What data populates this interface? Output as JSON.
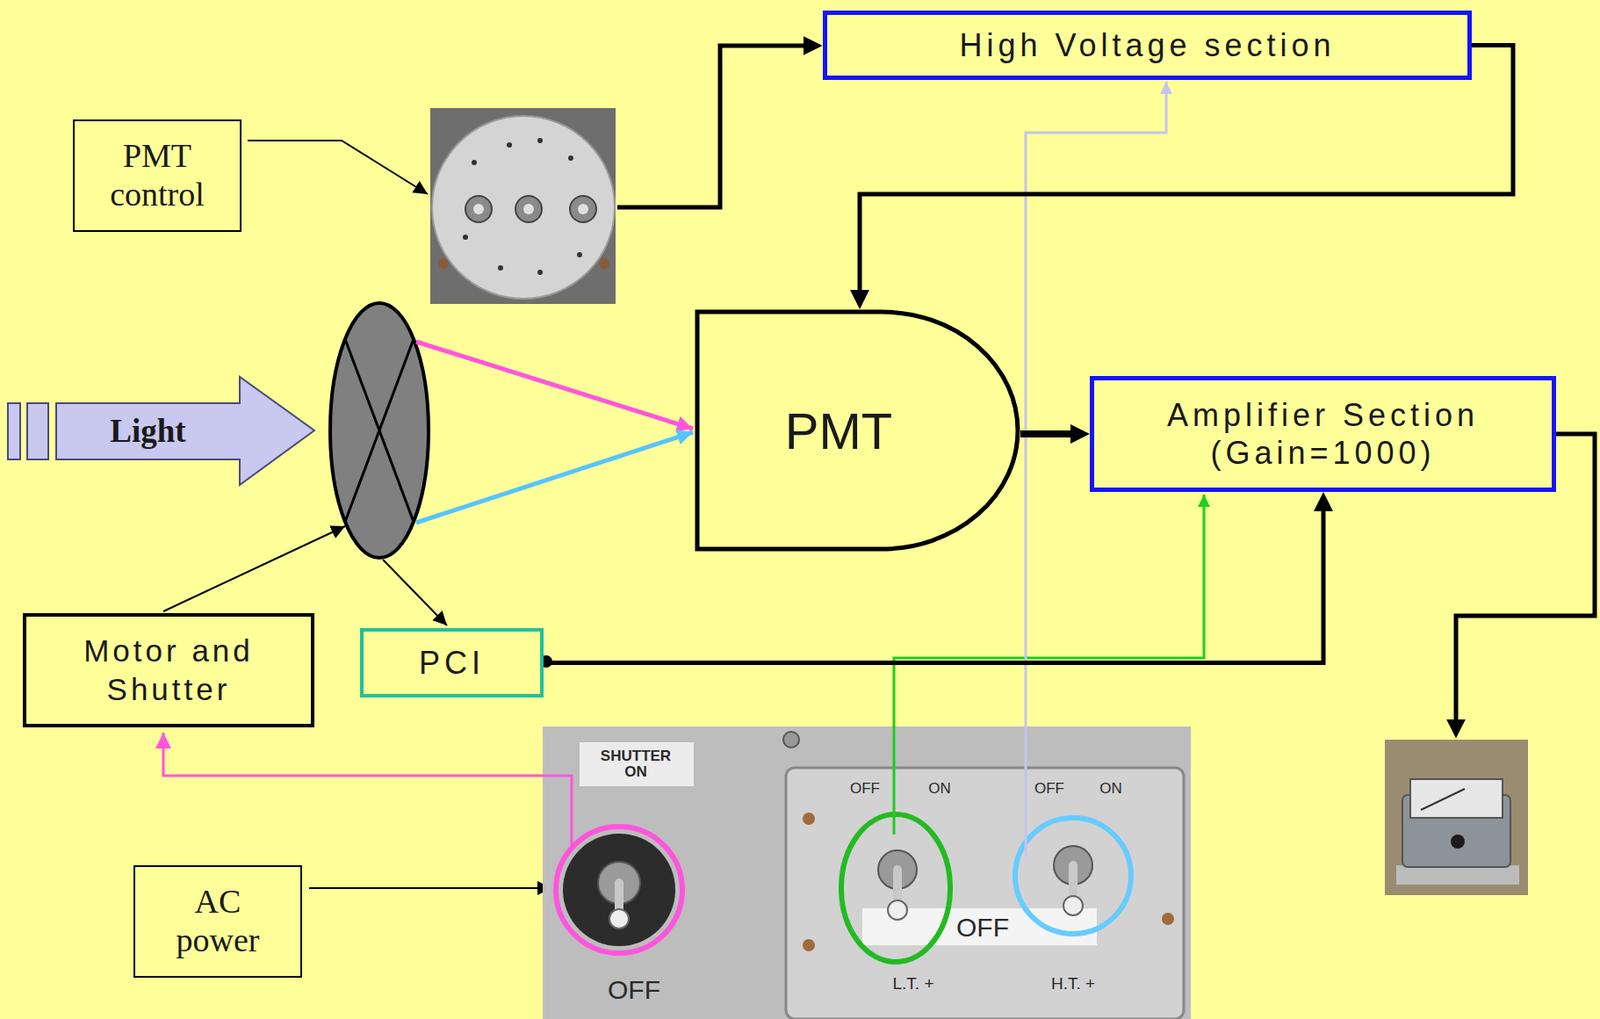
{
  "diagram": {
    "nodes": [
      {
        "text": [
          "High Voltage section"
        ]
      },
      {
        "text": [
          "PMT control"
        ]
      },
      {
        "text": [
          "Light"
        ]
      },
      {
        "text": [
          "PMT"
        ]
      },
      {
        "text": [
          "Amplifier Section (Gain=1000)"
        ]
      },
      {
        "text": [
          "Motor and Shutter"
        ]
      },
      {
        "text": [
          "PCI"
        ]
      },
      {
        "text": [
          "AC power"
        ]
      }
    ],
    "edges": [
      {
        "from": 0,
        "to": 3,
        "arrow": "to"
      },
      {
        "from": 3,
        "to": 4,
        "arrow": "to"
      },
      {
        "from": 6,
        "to": 4,
        "arrow": "to"
      }
    ],
    "labels": [
      "SHUTTER ON",
      "OFF",
      "OFF",
      "ON",
      "OFF",
      "ON",
      "OFF",
      "L.T. +",
      "H.T. +"
    ]
  }
}
